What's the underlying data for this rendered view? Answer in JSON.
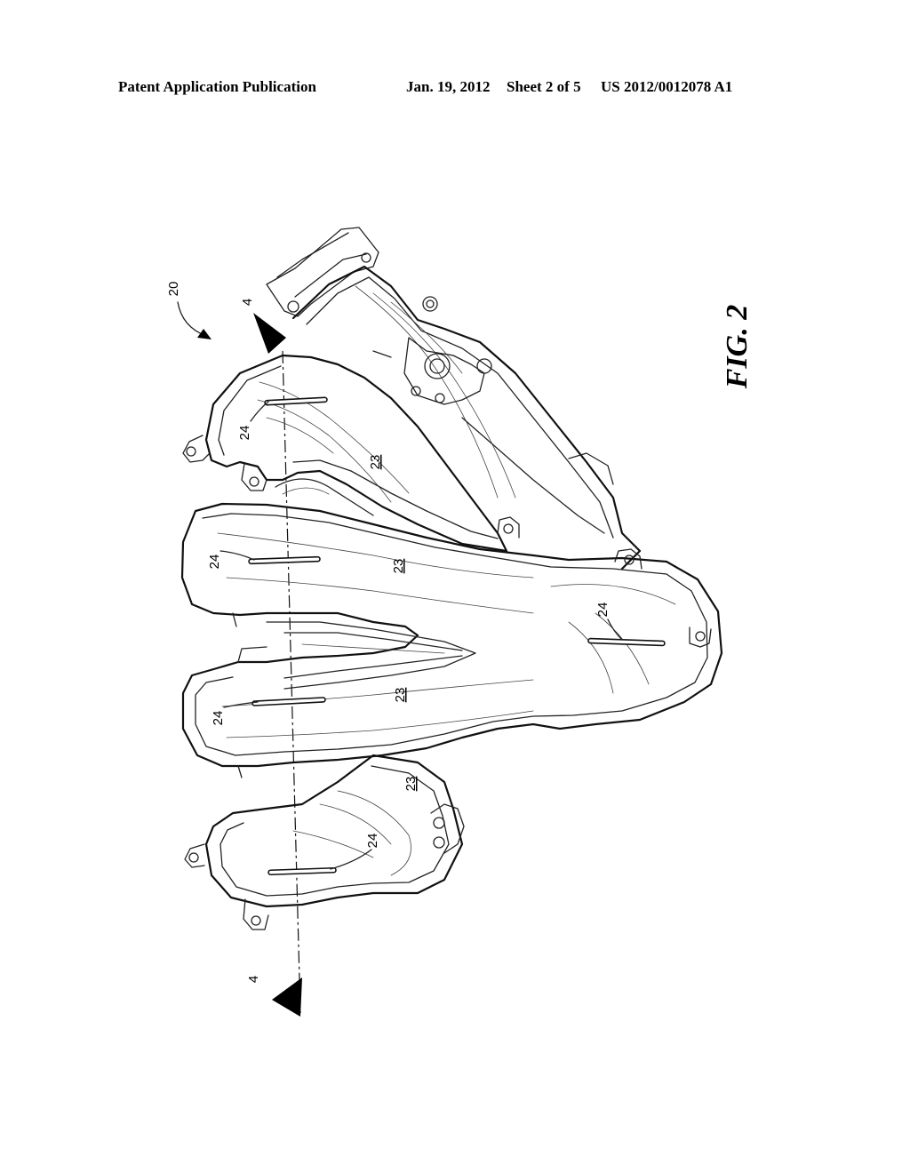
{
  "header": {
    "publication": "Patent Application Publication",
    "date": "Jan. 19, 2012",
    "sheet": "Sheet 2 of 5",
    "number": "US 2012/0012078 A1"
  },
  "figure": {
    "label": "FIG. 2",
    "assembly_ref": "20",
    "section_ref_top": "4",
    "section_ref_bottom": "4",
    "runner_refs": [
      "23",
      "23",
      "23",
      "23"
    ],
    "slot_refs": [
      "24",
      "24",
      "24",
      "24",
      "24"
    ]
  }
}
